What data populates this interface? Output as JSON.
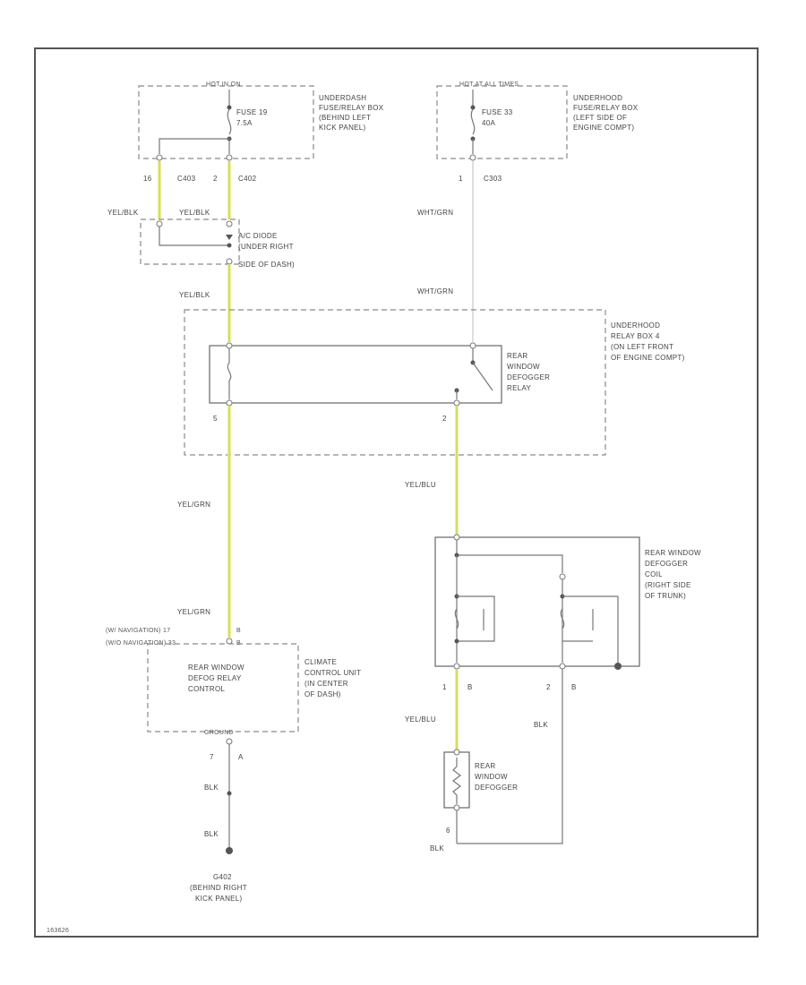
{
  "fuse_box_1": {
    "header": "HOT IN ON",
    "fuse": "FUSE 19",
    "rating": "7.5A",
    "desc": [
      "UNDERDASH",
      "FUSE/RELAY BOX",
      "(BEHIND LEFT",
      "KICK PANEL)"
    ]
  },
  "fuse_box_2": {
    "header": "HOT AT ALL TIMES",
    "fuse": "FUSE 33",
    "rating": "40A",
    "desc": [
      "UNDERHOOD",
      "FUSE/RELAY BOX",
      "(LEFT SIDE OF",
      "ENGINE COMPT)"
    ]
  },
  "connectors": {
    "c403_pin": "16",
    "c403": "C403",
    "c402_pin": "2",
    "c402": "C402",
    "c303_pin": "1",
    "c303": "C303"
  },
  "ac_diode": [
    "A/C DIODE",
    "(UNDER RIGHT",
    "SIDE OF DASH)"
  ],
  "relay_box": {
    "desc": [
      "UNDERHOOD",
      "RELAY BOX 4",
      "(ON LEFT FRONT",
      "OF ENGINE COMPT)"
    ],
    "relay": [
      "REAR",
      "WINDOW",
      "DEFOGGER",
      "RELAY"
    ],
    "pin_left": "5",
    "pin_right": "2"
  },
  "wire_labels": {
    "yel_blk_1": "YEL/BLK",
    "yel_blk_2": "YEL/BLK",
    "yel_blk_3": "YEL/BLK",
    "wht_grn_1": "WHT/GRN",
    "wht_grn_2": "WHT/GRN",
    "yel_grn_1": "YEL/GRN",
    "yel_grn_2": "YEL/GRN",
    "yel_blu_1": "YEL/BLU",
    "yel_blu_2": "YEL/BLU",
    "blk_1": "BLK",
    "blk_2": "BLK",
    "blk_3": "BLK",
    "blk_4": "BLK"
  },
  "climate_unit": {
    "nav_line": "(W/ NAVIGATION)  17",
    "nav_pin": "B",
    "no_nav_line": "(W/O NAVIGATION)  33",
    "no_nav_pin": "B",
    "control": [
      "REAR WINDOW",
      "DEFOG RELAY",
      "CONTROL"
    ],
    "desc": [
      "CLIMATE",
      "CONTROL UNIT",
      "(IN CENTER",
      "OF DASH)"
    ],
    "ground": "GROUND",
    "ground_pin": "7",
    "ground_letter": "A"
  },
  "ground_point": [
    "G402",
    "(BEHIND RIGHT",
    "KICK PANEL)"
  ],
  "defogger_coil": {
    "desc": [
      "REAR WINDOW",
      "DEFOGGER",
      "COIL",
      "(RIGHT SIDE",
      "OF TRUNK)"
    ],
    "pin_1": "1",
    "pin_1_letter": "B",
    "pin_2": "2",
    "pin_2_letter": "B"
  },
  "defogger": {
    "label": [
      "REAR",
      "WINDOW",
      "DEFOGGER"
    ],
    "pin": "6"
  },
  "figure_id": "163626"
}
